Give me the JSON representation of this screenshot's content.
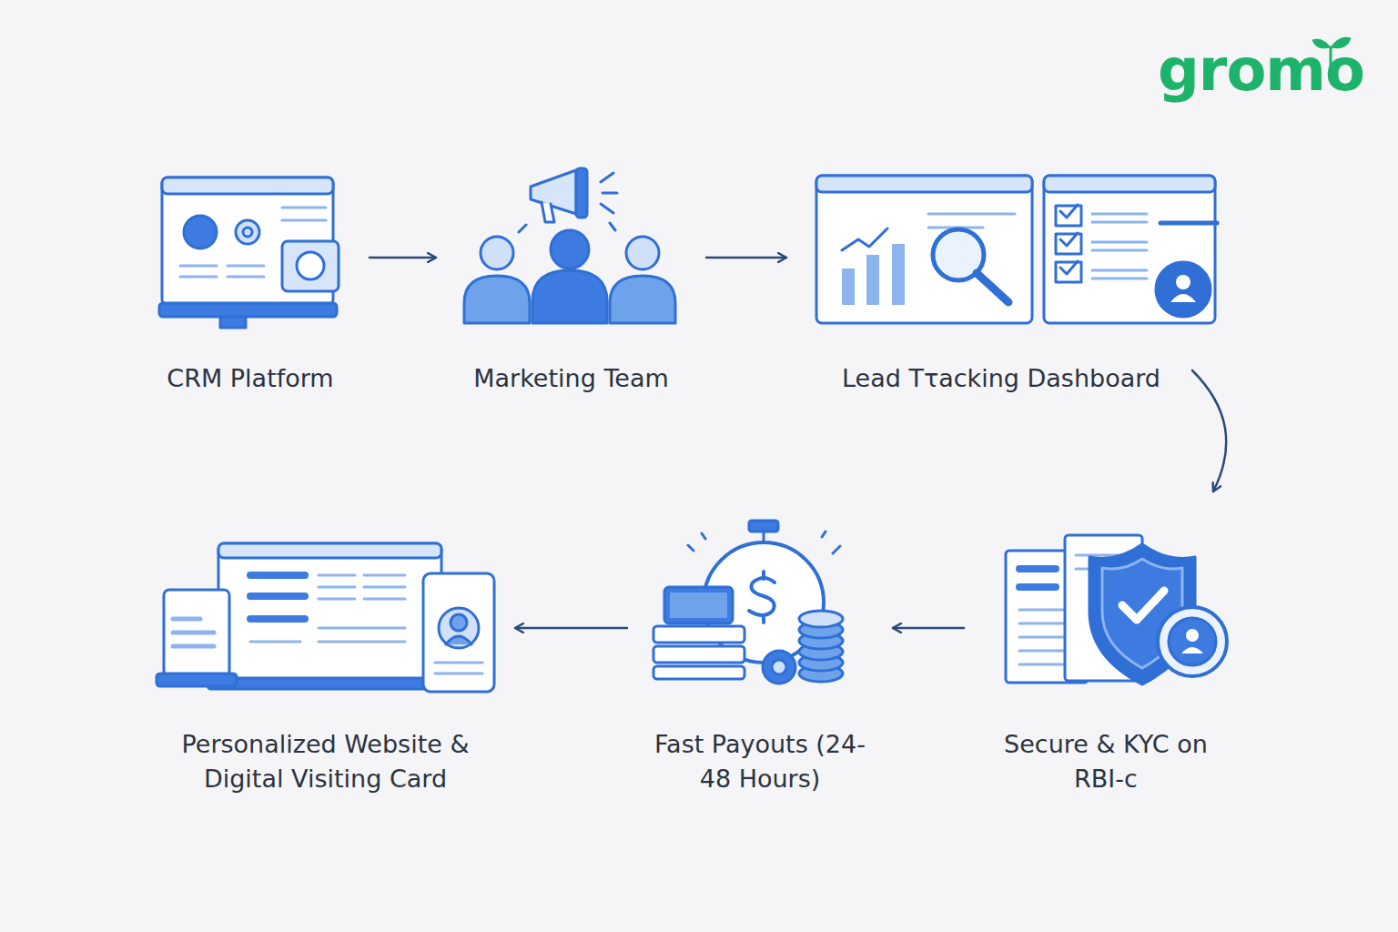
{
  "diagram": {
    "nodes": [
      {
        "text": [
          "CRM Platform"
        ]
      },
      {
        "text": [
          "Marketing Team"
        ]
      },
      {
        "text": [
          "Lead Tτacking Dashboard"
        ]
      },
      {
        "text": [
          "Personalized Website & Digital Visiting Card"
        ]
      },
      {
        "text": [
          "Fast Payouts (24-48 Hours)"
        ]
      },
      {
        "text": [
          "Secure & KYC on RBI-c"
        ]
      }
    ],
    "edges": [
      {
        "from": 0,
        "to": 1,
        "arrow": "to"
      },
      {
        "from": 1,
        "to": 2,
        "arrow": "to"
      },
      {
        "from": 2,
        "to": 5,
        "arrow": "to"
      },
      {
        "from": 5,
        "to": 4,
        "arrow": "to"
      },
      {
        "from": 4,
        "to": 3,
        "arrow": "to"
      }
    ],
    "labels": [
      "gromo"
    ]
  }
}
